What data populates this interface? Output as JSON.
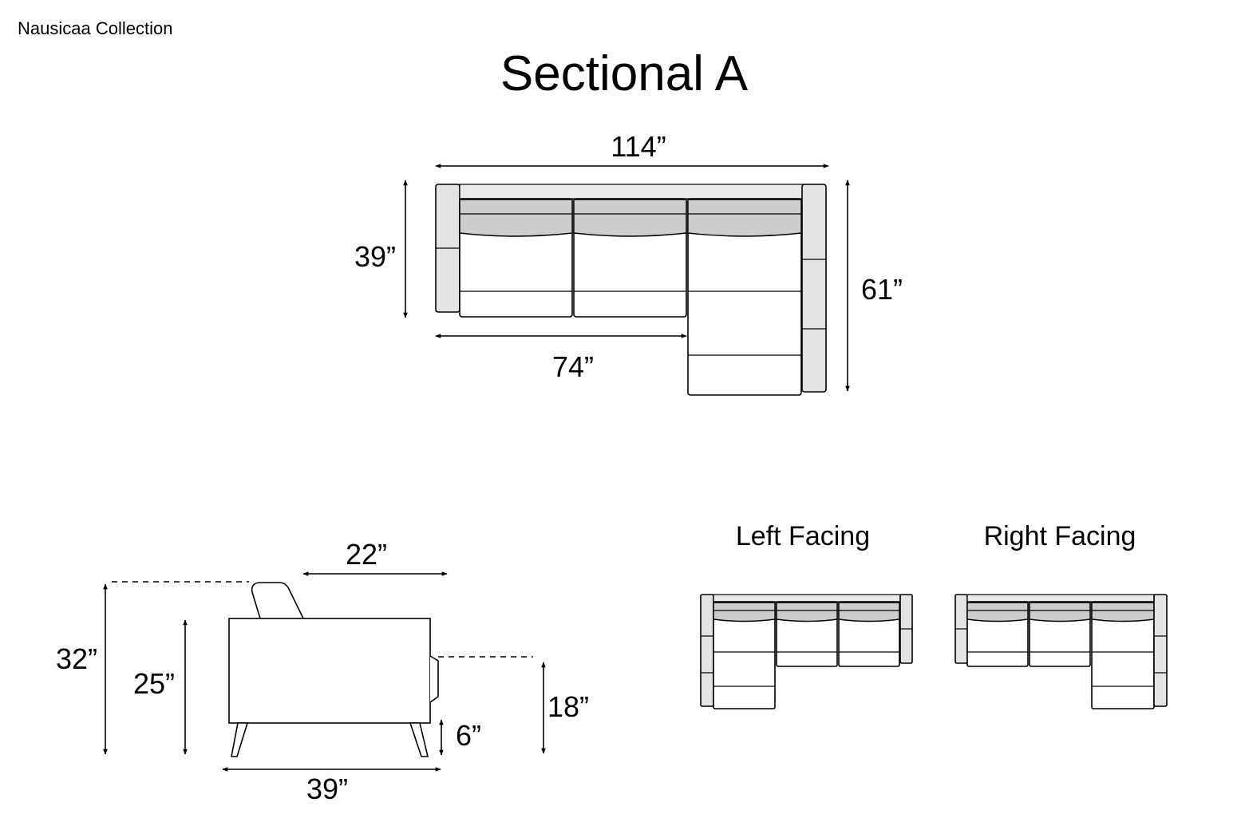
{
  "collection": "Nausicaa Collection",
  "title": "Sectional A",
  "top_view": {
    "overall_width": "114”",
    "overall_depth": "61”",
    "sofa_depth": "39”",
    "sofa_width": "74”"
  },
  "side_view": {
    "total_height": "32”",
    "arm_height": "25”",
    "seat_depth": "22”",
    "seat_height": "18”",
    "leg_height": "6”",
    "depth": "39”"
  },
  "orientations": {
    "left_label": "Left Facing",
    "right_label": "Right Facing"
  }
}
